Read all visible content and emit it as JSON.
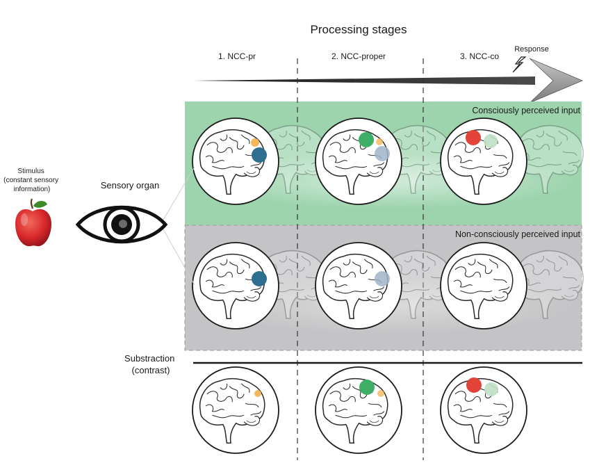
{
  "title": "Processing stages",
  "stages": [
    "1. NCC-pr",
    "2. NCC-proper",
    "3. NCC-co"
  ],
  "response_label": "Response",
  "stimulus": {
    "lines": [
      "Stimulus",
      "(constant sensory",
      "information)"
    ]
  },
  "sensory_organ_label": "Sensory organ",
  "rows": {
    "conscious_label": "Consciously perceived input",
    "nonconscious_label": "Non-consciously perceived input",
    "subtraction_lines": [
      "Substraction",
      "(contrast)"
    ]
  },
  "colors": {
    "conscious_band": "#9dd4ae",
    "nonconscious_band": "#c4c4c6",
    "arrow": "#3a3a3a",
    "arrow_head": "#9a9a9a",
    "blue_marker": "#2e6e8e",
    "light_blue_marker": "#9fb4c8",
    "orange_marker": "#f4b85a",
    "green_marker": "#3fae66",
    "light_green_marker": "#bfe0c4",
    "red_marker": "#e2443a",
    "apple": "#d8282c"
  },
  "icons": [
    "apple-icon",
    "eye-icon",
    "lightning-icon",
    "brain-icon"
  ]
}
